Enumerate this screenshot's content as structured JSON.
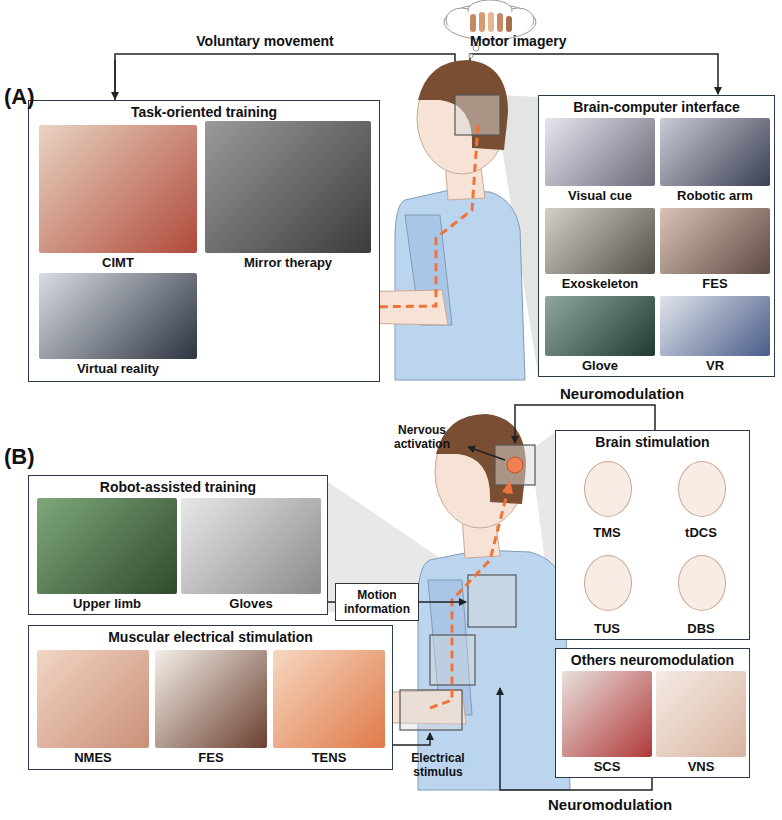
{
  "diagram": {
    "nodes": [
      {
        "text": [
          "Task-oriented training"
        ]
      },
      {
        "text": [
          "CIMT"
        ],
        "in": 0
      },
      {
        "text": [
          "Mirror therapy"
        ],
        "in": 0
      },
      {
        "text": [
          "Virtual reality"
        ],
        "in": 0
      },
      {
        "text": [
          "Brain-computer interface"
        ]
      },
      {
        "text": [
          "Visual cue"
        ],
        "in": 4
      },
      {
        "text": [
          "Robotic arm"
        ],
        "in": 4
      },
      {
        "text": [
          "Exoskeleton"
        ],
        "in": 4
      },
      {
        "text": [
          "FES"
        ],
        "in": 4
      },
      {
        "text": [
          "Glove"
        ],
        "in": 4
      },
      {
        "text": [
          "VR"
        ],
        "in": 4
      },
      {
        "text": [
          "Robot-assisted training"
        ]
      },
      {
        "text": [
          "Upper limb"
        ],
        "in": 11
      },
      {
        "text": [
          "Gloves"
        ],
        "in": 11
      },
      {
        "text": [
          "Muscular electrical stimulation"
        ]
      },
      {
        "text": [
          "NMES"
        ],
        "in": 14
      },
      {
        "text": [
          "FES"
        ],
        "in": 14
      },
      {
        "text": [
          "TENS"
        ],
        "in": 14
      },
      {
        "text": [
          "Brain stimulation"
        ]
      },
      {
        "text": [
          "TMS"
        ],
        "in": 18
      },
      {
        "text": [
          "tDCS"
        ],
        "in": 18
      },
      {
        "text": [
          "TUS"
        ],
        "in": 18
      },
      {
        "text": [
          "DBS"
        ],
        "in": 18
      },
      {
        "text": [
          "Others neuromodulation"
        ]
      },
      {
        "text": [
          "SCS"
        ],
        "in": 23
      },
      {
        "text": [
          "VNS"
        ],
        "in": 23
      },
      {
        "text": [
          "Motion information"
        ]
      }
    ],
    "labels": [
      "(A)",
      "Voluntary movement",
      "Motor imagery",
      "(B)",
      "Neuromodulation",
      "Nervous activation",
      "Electrical stimulus",
      "Neuromodulation"
    ]
  }
}
